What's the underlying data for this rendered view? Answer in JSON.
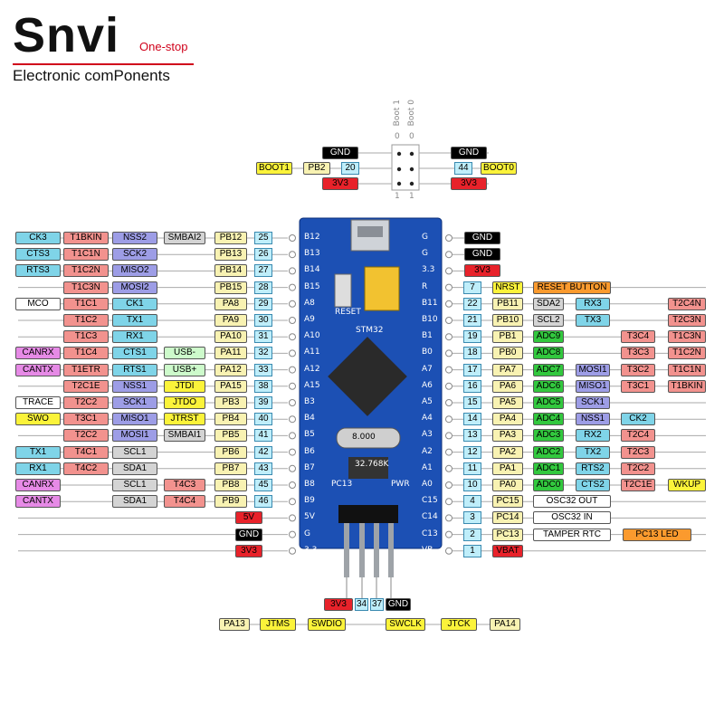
{
  "brand": {
    "name": "Snvi",
    "tagline": "One-stop",
    "subtitle": "Electronic comPonents"
  },
  "boot": {
    "col0": "Boot 0",
    "col1": "Boot 1",
    "zero": "0",
    "one": "1",
    "left": {
      "gnd": "GND",
      "boot": "BOOT1",
      "pin": "PB2",
      "num": "20",
      "v33": "3V3"
    },
    "right": {
      "gnd": "GND",
      "num": "44",
      "boot": "BOOT0",
      "v33": "3V3"
    }
  },
  "colors": {
    "red": "#e8222a",
    "black": "#000000",
    "yellow": "#fbf33a",
    "cream": "#f8f2b2",
    "cyan": "#bfeefa",
    "salmon": "#f2928e",
    "pink": "#f6a8ac",
    "purple": "#9d9de6",
    "teal": "#7fd4e8",
    "green": "#32c83e",
    "lightgreen": "#cdfacb",
    "gray": "#d4d4d4",
    "magenta": "#e68ae6",
    "orange": "#fb9a2e",
    "pcb": "#1c50b4"
  },
  "left_rows": [
    {
      "pin": "PB12",
      "num": "25",
      "labels": [
        "CK3",
        "T1BKIN",
        "NSS2",
        "SMBAI2"
      ]
    },
    {
      "pin": "PB13",
      "num": "26",
      "labels": [
        "CTS3",
        "T1C1N",
        "SCK2",
        ""
      ]
    },
    {
      "pin": "PB14",
      "num": "27",
      "labels": [
        "RTS3",
        "T1C2N",
        "MISO2",
        ""
      ]
    },
    {
      "pin": "PB15",
      "num": "28",
      "labels": [
        "",
        "T1C3N",
        "MOSI2",
        ""
      ]
    },
    {
      "pin": "PA8",
      "num": "29",
      "labels": [
        "MCO",
        "T1C1",
        "CK1",
        ""
      ]
    },
    {
      "pin": "PA9",
      "num": "30",
      "labels": [
        "",
        "T1C2",
        "TX1",
        ""
      ]
    },
    {
      "pin": "PA10",
      "num": "31",
      "labels": [
        "",
        "T1C3",
        "RX1",
        ""
      ]
    },
    {
      "pin": "PA11",
      "num": "32",
      "labels": [
        "CANRX",
        "T1C4",
        "CTS1",
        "USB-"
      ]
    },
    {
      "pin": "PA12",
      "num": "33",
      "labels": [
        "CANTX",
        "T1ETR",
        "RTS1",
        "USB+"
      ]
    },
    {
      "pin": "PA15",
      "num": "38",
      "labels": [
        "",
        "T2C1E",
        "NSS1",
        "JTDI"
      ]
    },
    {
      "pin": "PB3",
      "num": "39",
      "labels": [
        "TRACE",
        "T2C2",
        "SCK1",
        "JTDO"
      ]
    },
    {
      "pin": "PB4",
      "num": "40",
      "labels": [
        "SWO",
        "T3C1",
        "MISO1",
        "JTRST"
      ]
    },
    {
      "pin": "PB5",
      "num": "41",
      "labels": [
        "",
        "T2C2",
        "MOSI1",
        "SMBAI1"
      ]
    },
    {
      "pin": "PB6",
      "num": "42",
      "labels": [
        "TX1",
        "T4C1",
        "SCL1",
        ""
      ]
    },
    {
      "pin": "PB7",
      "num": "43",
      "labels": [
        "RX1",
        "T4C2",
        "SDA1",
        ""
      ]
    },
    {
      "pin": "PB8",
      "num": "45",
      "labels": [
        "CANRX",
        "",
        "SCL1",
        "T4C3"
      ]
    },
    {
      "pin": "PB9",
      "num": "46",
      "labels": [
        "CANTX",
        "",
        "SDA1",
        "T4C4"
      ]
    },
    {
      "pin": "5V",
      "num": "",
      "labels": [
        "",
        "",
        "",
        ""
      ]
    },
    {
      "pin": "GND",
      "num": "",
      "labels": [
        "",
        "",
        "",
        ""
      ]
    },
    {
      "pin": "3V3",
      "num": "",
      "labels": [
        "",
        "",
        "",
        ""
      ]
    }
  ],
  "right_top": [
    {
      "pin": "GND"
    },
    {
      "pin": "GND"
    },
    {
      "pin": "3V3"
    }
  ],
  "right_rows": [
    {
      "num": "7",
      "pin": "NRST",
      "a": "RESET BUTTON",
      "b": "",
      "c": ""
    },
    {
      "num": "22",
      "pin": "PB11",
      "a": "SDA2",
      "b": "RX3",
      "c": "T2C4N"
    },
    {
      "num": "21",
      "pin": "PB10",
      "a": "SCL2",
      "b": "TX3",
      "c": "T2C3N"
    },
    {
      "num": "19",
      "pin": "PB1",
      "a": "ADC9",
      "b": "",
      "t": "T3C4",
      "c": "T1C3N"
    },
    {
      "num": "18",
      "pin": "PB0",
      "a": "ADC8",
      "b": "",
      "t": "T3C3",
      "c": "T1C2N"
    },
    {
      "num": "17",
      "pin": "PA7",
      "a": "ADC7",
      "b": "MOSI1",
      "t": "T3C2",
      "c": "T1C1N"
    },
    {
      "num": "16",
      "pin": "PA6",
      "a": "ADC6",
      "b": "MISO1",
      "t": "T3C1",
      "c": "T1BKIN"
    },
    {
      "num": "15",
      "pin": "PA5",
      "a": "ADC5",
      "b": "SCK1",
      "t": "",
      "c": ""
    },
    {
      "num": "14",
      "pin": "PA4",
      "a": "ADC4",
      "b": "NSS1",
      "t": "CK2",
      "c": ""
    },
    {
      "num": "13",
      "pin": "PA3",
      "a": "ADC3",
      "b": "RX2",
      "t": "T2C4",
      "c": ""
    },
    {
      "num": "12",
      "pin": "PA2",
      "a": "ADC2",
      "b": "TX2",
      "t": "T2C3",
      "c": ""
    },
    {
      "num": "11",
      "pin": "PA1",
      "a": "ADC1",
      "b": "RTS2",
      "t": "T2C2",
      "c": ""
    },
    {
      "num": "10",
      "pin": "PA0",
      "a": "ADC0",
      "b": "CTS2",
      "t": "T2C1E",
      "c": "WKUP"
    },
    {
      "num": "4",
      "pin": "PC15",
      "a": "OSC32 OUT",
      "b": "",
      "t": "",
      "c": ""
    },
    {
      "num": "3",
      "pin": "PC14",
      "a": "OSC32 IN",
      "b": "",
      "t": "",
      "c": ""
    },
    {
      "num": "2",
      "pin": "PC13",
      "a": "TAMPER RTC",
      "b": "",
      "t": "",
      "c": "PC13 LED"
    },
    {
      "num": "1",
      "pin": "VBAT",
      "a": "",
      "b": "",
      "t": "",
      "c": ""
    }
  ],
  "bottom": {
    "v33": "3V3",
    "n34": "34",
    "n37": "37",
    "gnd": "GND",
    "pa13": "PA13",
    "jtms": "JTMS",
    "swdio": "SWDIO",
    "swclk": "SWCLK",
    "jtck": "JTCK",
    "pa14": "PA14"
  },
  "pcb": {
    "left_silk": [
      "B12",
      "B13",
      "B14",
      "B15",
      "A8",
      "A9",
      "A10",
      "A11",
      "A12",
      "A15",
      "B3",
      "B4",
      "B5",
      "B6",
      "B7",
      "B8",
      "B9",
      "5V",
      "G",
      "3.3"
    ],
    "right_silk": [
      "G",
      "G",
      "3.3",
      "R",
      "B11",
      "B10",
      "B1",
      "B0",
      "A7",
      "A6",
      "A5",
      "A4",
      "A3",
      "A2",
      "A1",
      "A0",
      "C15",
      "C14",
      "C13",
      "VB"
    ],
    "chip": "STM32",
    "crystal": "8.000",
    "reset": "RESET",
    "pc13": "PC13",
    "pwr": "PWR",
    "osc": "32.768K"
  }
}
